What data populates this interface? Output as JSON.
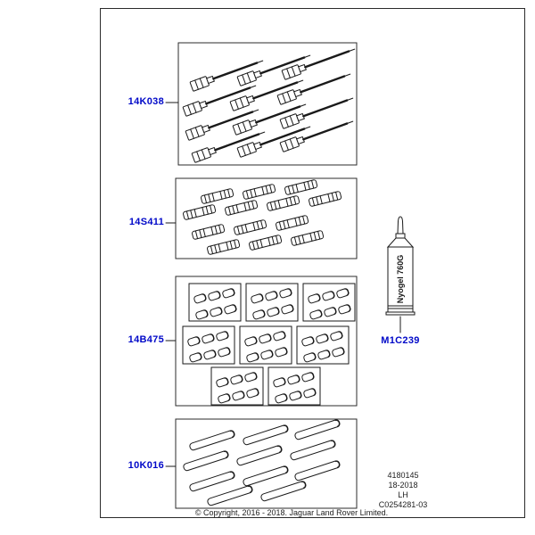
{
  "page": {
    "copyright": "© Copyright, 2016 - 2018. Jaguar Land Rover Limited."
  },
  "part_labels": {
    "wire_leads": "14K038",
    "splices": "14S411",
    "seals": "14B475",
    "tubes": "10K016",
    "grease": "M1C239"
  },
  "grease_tube": {
    "brand": "Nyogel 760G"
  },
  "reference": {
    "drawing_no": "4180145",
    "date": "18-2018",
    "side": "LH",
    "sheet": "C0254281-03"
  },
  "colors": {
    "label_blue": "#0008c8",
    "line": "#1a1a1a"
  }
}
